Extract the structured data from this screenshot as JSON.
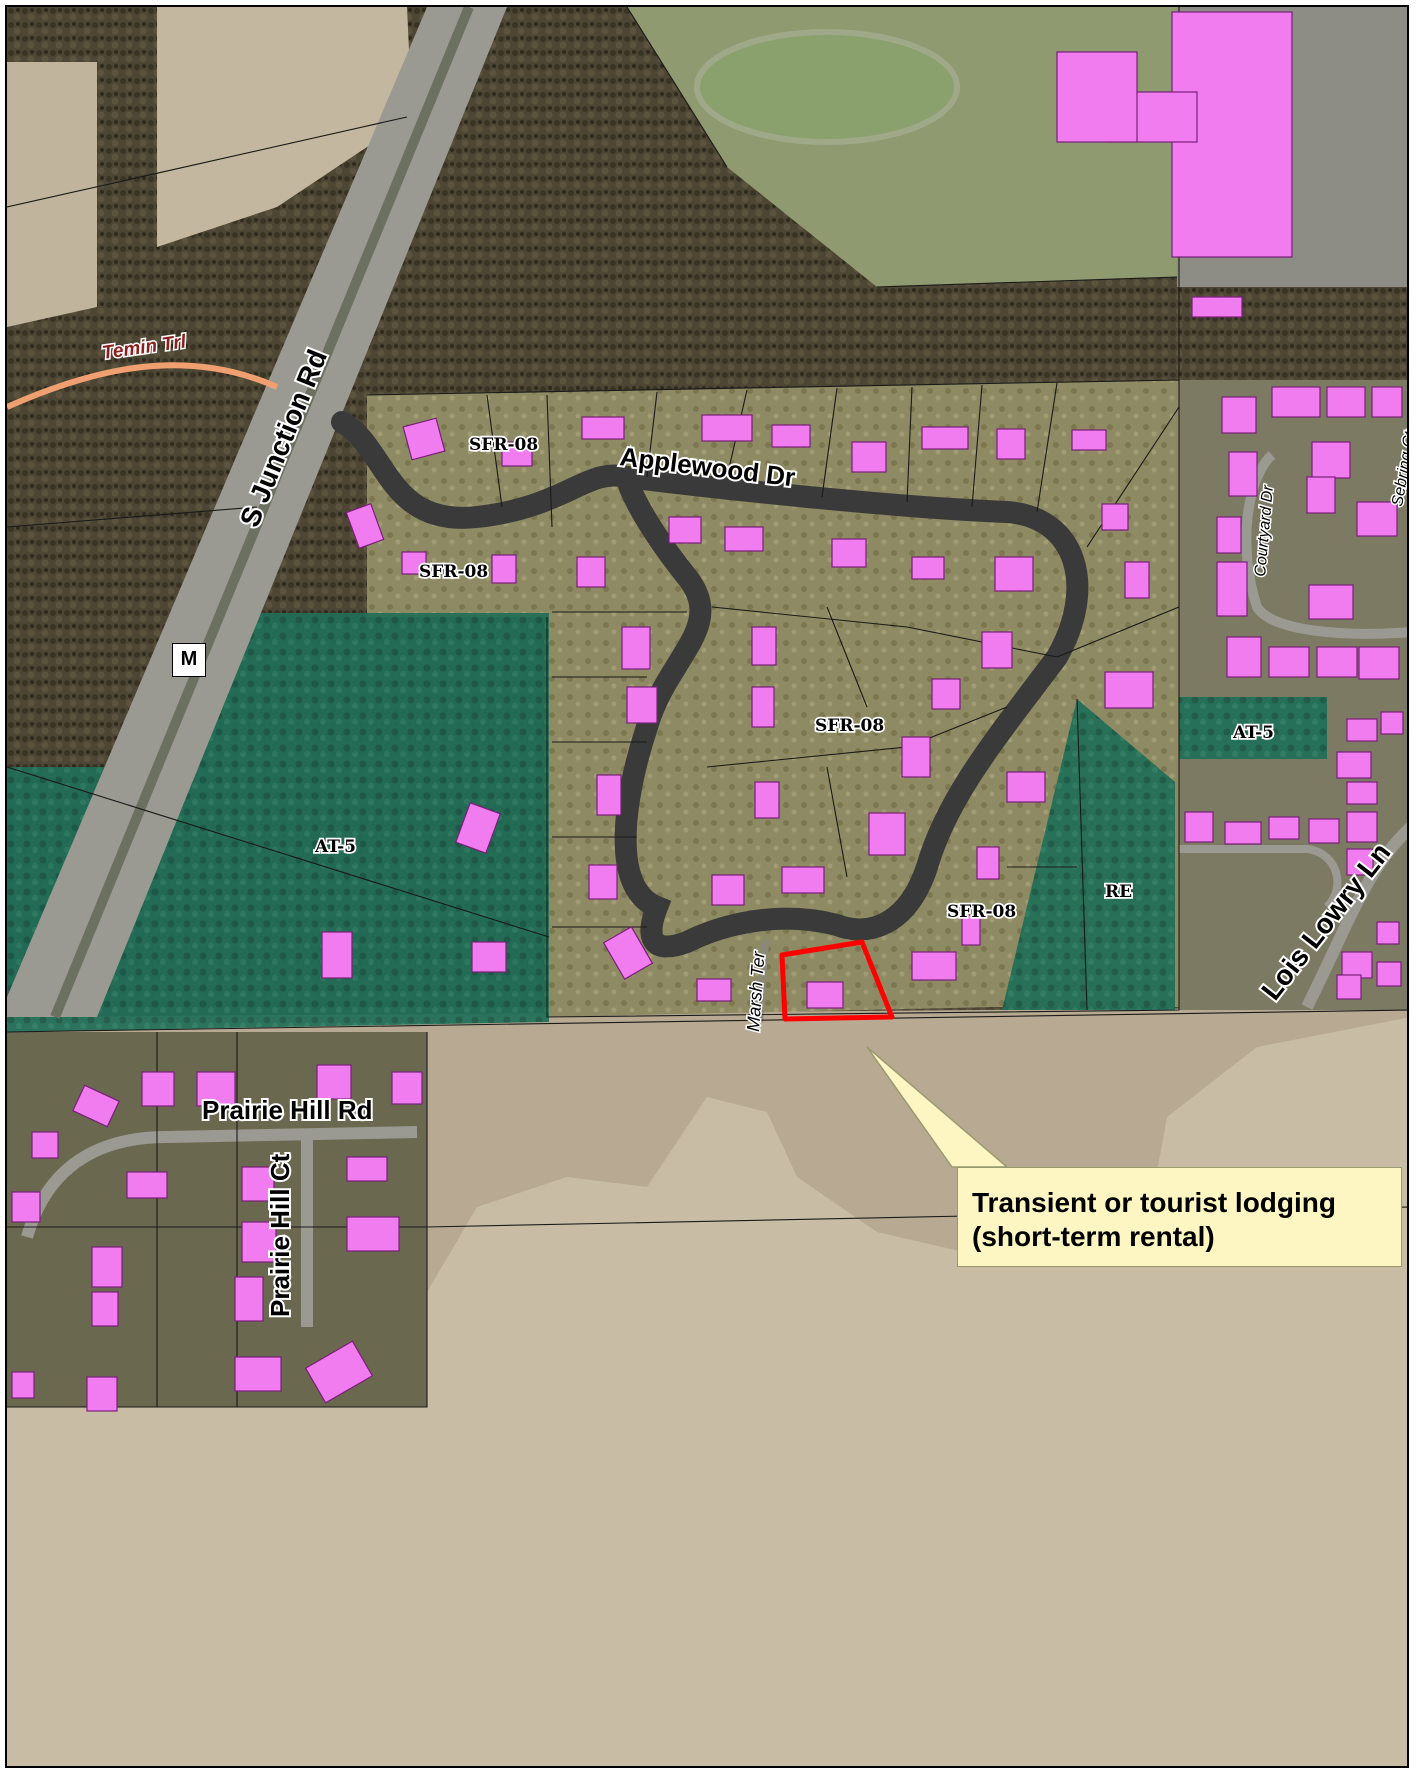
{
  "roads": {
    "s_junction": "S Junction Rd",
    "applewood": "Applewood Dr",
    "temin": "Temin Trl",
    "marsh": "Marsh Ter",
    "prairie_hill_rd": "Prairie Hill Rd",
    "prairie_hill_ct": "Prairie Hill Ct",
    "courtyard": "Courtyard Dr",
    "sebring": "Sebring Ct",
    "lois_lowry": "Lois Lowry Ln"
  },
  "zones": {
    "sfr_a": "SFR-08",
    "sfr_b": "SFR-08",
    "sfr_c": "SFR-08",
    "sfr_d": "SFR-08",
    "at5_west": "AT-5",
    "at5_east": "AT-5",
    "re": "RE"
  },
  "marker": "M",
  "callout": {
    "line1": "Transient or tourist lodging",
    "line2": "(short-term rental)"
  },
  "colors": {
    "building": "#f07cf0",
    "zoning_green": "#1f6e57",
    "highlight_parcel": "#ff0000",
    "callout_fill": "#fdf6c3",
    "field": "#b9ab93",
    "forest": "#4a4330"
  }
}
